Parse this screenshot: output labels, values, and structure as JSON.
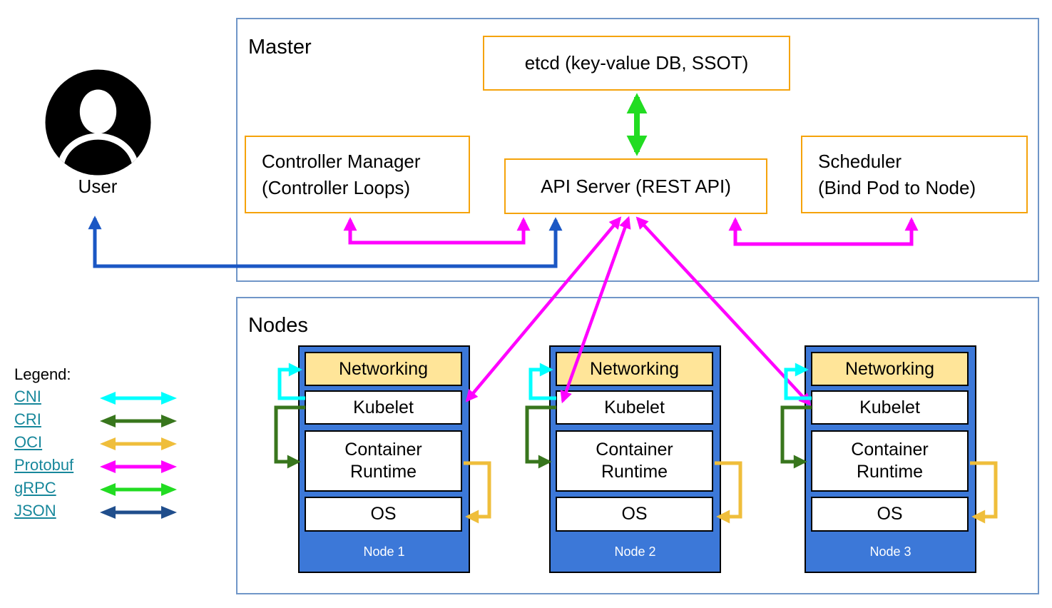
{
  "user": {
    "label": "User"
  },
  "master": {
    "title": "Master",
    "etcd_label": "etcd (key-value DB, SSOT)",
    "controller_manager_line1": "Controller Manager",
    "controller_manager_line2": "(Controller Loops)",
    "api_server_label": "API Server (REST API)",
    "scheduler_line1": "Scheduler",
    "scheduler_line2": "(Bind Pod to Node)"
  },
  "nodes_section": {
    "title": "Nodes",
    "layers": {
      "networking": "Networking",
      "kubelet": "Kubelet",
      "container_runtime": "Container Runtime",
      "os": "OS"
    },
    "items": [
      {
        "label": "Node 1"
      },
      {
        "label": "Node 2"
      },
      {
        "label": "Node 3"
      }
    ]
  },
  "legend": {
    "title": "Legend:",
    "items": [
      {
        "label": "CNI",
        "color": "#00FFFF"
      },
      {
        "label": "CRI",
        "color": "#38761D"
      },
      {
        "label": "OCI",
        "color": "#EFBE3B"
      },
      {
        "label": "Protobuf",
        "color": "#FF00FF"
      },
      {
        "label": "gRPC",
        "color": "#22DC22"
      },
      {
        "label": "JSON",
        "color": "#204E8C"
      }
    ]
  },
  "colors": {
    "section_border": "#7096C8",
    "orange_box_border": "#F5A30B",
    "node_fill": "#3C78D8",
    "networking_fill": "#FFE599",
    "legend_link": "#17879B",
    "cni": "#00FFFF",
    "cri": "#38761D",
    "oci": "#EFBE3B",
    "protobuf": "#FF00FF",
    "grpc": "#22DC22",
    "json_user_line": "#1B57C4"
  }
}
